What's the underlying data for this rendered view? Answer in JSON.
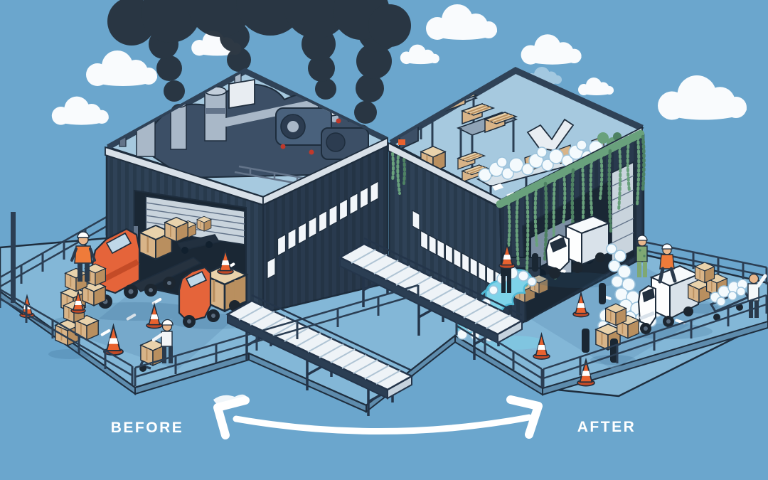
{
  "title": "Factory transformation before and after illustration",
  "labels": {
    "before": "BEFORE",
    "after": "AFTER"
  },
  "arrow": {
    "style": "curved-double-headed",
    "color": "#FFFFFF"
  },
  "colors": {
    "sky": "#6BA6CD",
    "cloud": "#FFFFFF",
    "smoke": "#28333E",
    "wall": "#2F4257",
    "wall_shade": "#293A4E",
    "fascia": "#D8E0E8",
    "roof_floor": "#A6C9DF",
    "outline": "#1E2D3D",
    "interior": "#1A2734",
    "door_panel": "#C9D4DD",
    "window_pane": "#F2F6FA",
    "yard": "#83B7D7",
    "curb": "#5E8CAD",
    "road": "#6C9EC1",
    "dash": "#FFFFFF",
    "railing": "#2B3E53",
    "conveyor_top": "#EEF3F7",
    "conveyor_slat": "#AFC4D4",
    "conveyor_frame": "#24354A",
    "truck_orange": "#E5643A",
    "truck_orange_dark": "#C44B27",
    "glass": "#BFD8E8",
    "glass_dark": "#24313F",
    "box_tan": "#D8B488",
    "box_light": "#E9D2AB",
    "box_dark": "#B98F5F",
    "truck_white": "#FDFEFE",
    "truck_white_shade": "#D9E2EA",
    "cone_orange": "#E8622F",
    "cone_band": "#FFFFFF",
    "vine": "#69A17C",
    "vine_dark": "#4E8263",
    "foam": "#F4FAFD",
    "foam_edge": "#9CC3DC",
    "water": "#7ED3E9",
    "water_deep": "#4FB9D6",
    "steel": "#A9B8C8",
    "steel_dark": "#63748A",
    "machine": "#3C4F66",
    "accent_red": "#C0392B",
    "label_text": "#FFFFFF",
    "camo_green": "#7FA873",
    "vest_orange": "#EF7B3A",
    "skin": "#E9B78C",
    "shadow": "#2B5A7E"
  },
  "scene": {
    "before_side": {
      "building": "polluting-factory",
      "roof": "industrial-machinery",
      "emissions": "black-smoke-plumes",
      "vehicles": [
        "orange-semi-truck",
        "orange-box-truck",
        "box-cart"
      ],
      "props": [
        "cardboard-boxes",
        "traffic-cones",
        "safety-railing",
        "dashed-road-markings"
      ],
      "people": [
        "worker-orange-vest",
        "worker-with-hand-truck"
      ]
    },
    "after_side": {
      "building": "green-factory",
      "roof": "storage-racks-and-foam-conveyor",
      "greenery": "hanging-vines",
      "vehicles": [
        "white-box-truck-spilling-foam",
        "white-box-truck",
        "gray-truck-inside-dock"
      ],
      "props": [
        "foam-stream",
        "water-wave",
        "cardboard-boxes",
        "traffic-cones",
        "bollards",
        "foam-cart",
        "safety-railing"
      ],
      "people": [
        "worker-camo",
        "worker-carrying-cone",
        "worker-orange-vest",
        "worker-white-shirt"
      ]
    },
    "center": {
      "props": [
        "conveyor-ramp",
        "conveyor-ramp"
      ]
    }
  }
}
